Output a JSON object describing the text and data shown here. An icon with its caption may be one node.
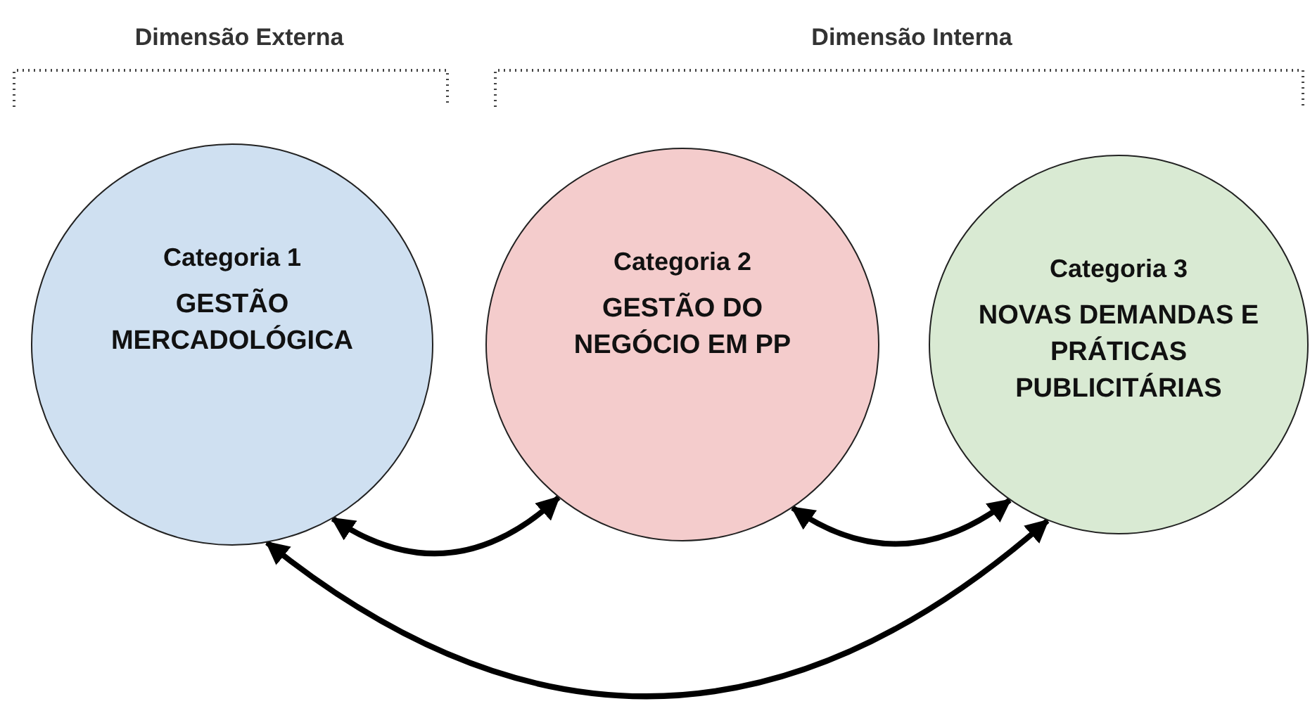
{
  "diagram": {
    "nodes": [
      {
        "text": [
          "Categoria 1",
          "GESTÃO MERCADOLÓGICA"
        ]
      },
      {
        "text": [
          "Categoria 2",
          "GESTÃO DO NEGÓCIO EM PP"
        ]
      },
      {
        "text": [
          "Categoria 3",
          "NOVAS DEMANDAS E PRÁTICAS PUBLICITÁRIAS"
        ]
      }
    ],
    "edges": [
      {
        "from": 0,
        "to": 1,
        "arrow": "both"
      },
      {
        "from": 1,
        "to": 2,
        "arrow": "both"
      },
      {
        "from": 0,
        "to": 2,
        "arrow": "both"
      }
    ],
    "labels": [
      "Dimensão Externa",
      "Dimensão Interna"
    ]
  }
}
